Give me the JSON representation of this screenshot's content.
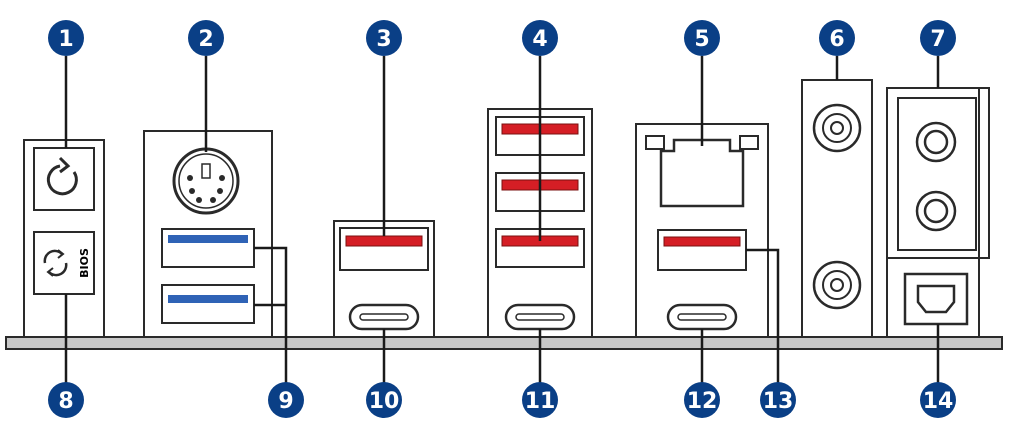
{
  "colors": {
    "callout_fill": "#0a3f86",
    "usb3_blue": "#2f63b6",
    "usb_red": "#d51e25",
    "panel_gray": "#c8c8c8",
    "outline": "#2a2a2a"
  },
  "labels": {
    "bios": "BIOS"
  },
  "callouts": [
    {
      "number": "1"
    },
    {
      "number": "2"
    },
    {
      "number": "3"
    },
    {
      "number": "4"
    },
    {
      "number": "5"
    },
    {
      "number": "6"
    },
    {
      "number": "7"
    },
    {
      "number": "8"
    },
    {
      "number": "9"
    },
    {
      "number": "10"
    },
    {
      "number": "11"
    },
    {
      "number": "12"
    },
    {
      "number": "13"
    },
    {
      "number": "14"
    }
  ]
}
